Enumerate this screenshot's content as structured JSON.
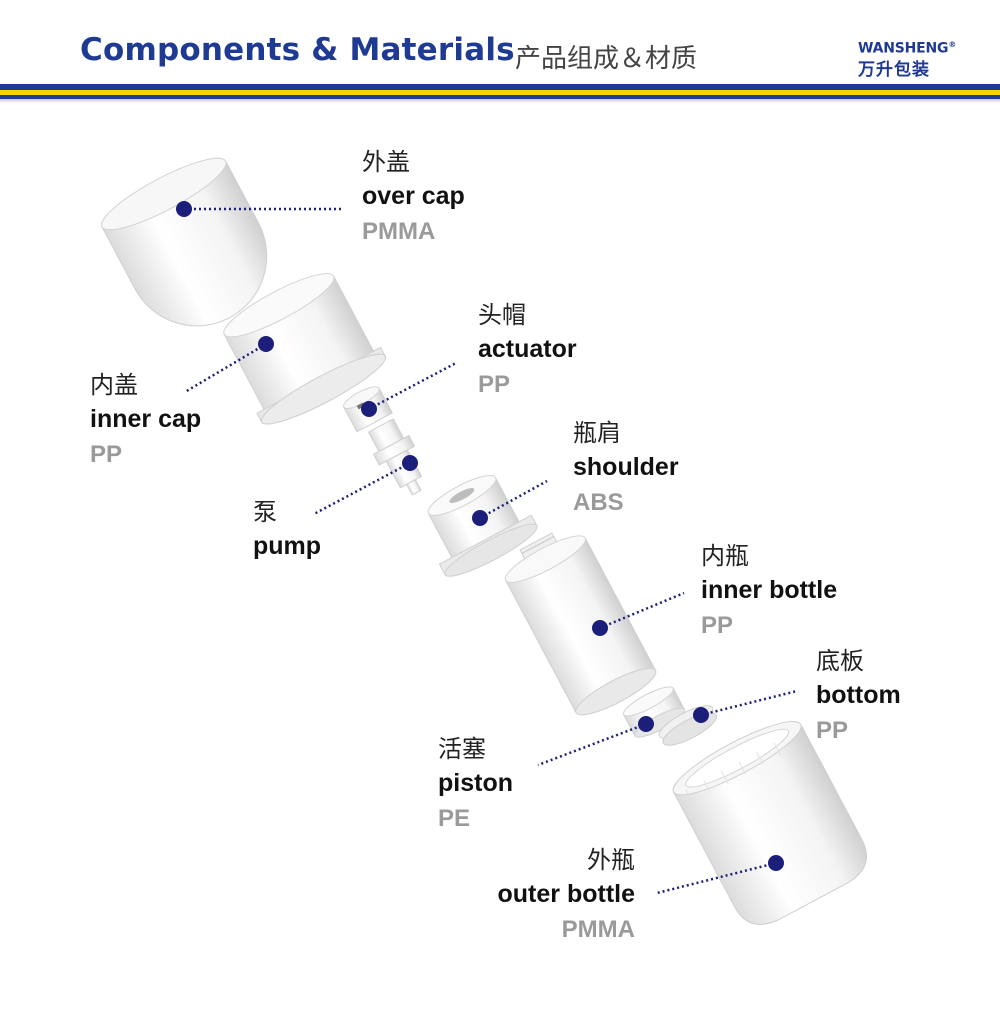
{
  "header": {
    "title_en": "Components & Materials",
    "title_cn": "产品组成＆材质",
    "logo_en": "WANSHENG",
    "logo_mark": "®",
    "logo_cn": "万升包装"
  },
  "colors": {
    "brand_blue": "#1f3a93",
    "accent_yellow": "#f2d500",
    "dot": "#1b1f7a",
    "material_gray": "#9a9a9a"
  },
  "components": [
    {
      "key": "over_cap",
      "cn": "外盖",
      "en": "over cap",
      "material": "PMMA"
    },
    {
      "key": "inner_cap",
      "cn": "内盖",
      "en": "inner cap",
      "material": "PP"
    },
    {
      "key": "actuator",
      "cn": "头帽",
      "en": "actuator",
      "material": "PP"
    },
    {
      "key": "shoulder",
      "cn": "瓶肩",
      "en": "shoulder",
      "material": "ABS"
    },
    {
      "key": "pump",
      "cn": "泵",
      "en": "pump",
      "material": ""
    },
    {
      "key": "inner_bottle",
      "cn": "内瓶",
      "en": "inner bottle",
      "material": "PP"
    },
    {
      "key": "bottom",
      "cn": "底板",
      "en": "bottom",
      "material": "PP"
    },
    {
      "key": "piston",
      "cn": "活塞",
      "en": "piston",
      "material": "PE"
    },
    {
      "key": "outer_bottle",
      "cn": "外瓶",
      "en": "outer bottle",
      "material": "PMMA"
    }
  ]
}
